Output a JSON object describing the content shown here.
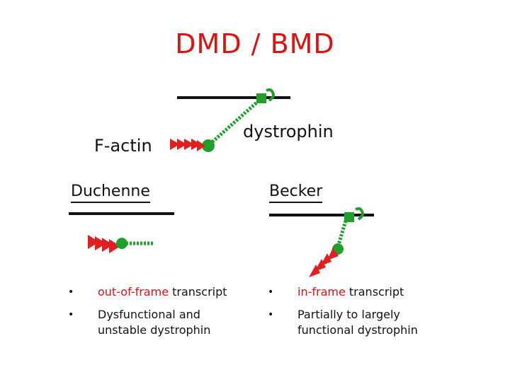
{
  "title": "DMD / BMD",
  "labels": {
    "factin": "F-actin",
    "dystrophin": "dystrophin"
  },
  "left": {
    "heading": "Duchenne",
    "bullet1_red": "out-of-frame",
    "bullet1_rest": " transcript",
    "bullet2_line1": "Dysfunctional and",
    "bullet2_line2": "unstable dystrophin"
  },
  "right": {
    "heading": "Becker",
    "bullet1_red": "in-frame",
    "bullet1_rest": " transcript",
    "bullet2_line1": "Partially to largely",
    "bullet2_line2": "functional dystrophin"
  },
  "bullet_char": "•",
  "colors": {
    "title": "#e01010",
    "actin": "#e02020",
    "dystrophin": "#1fa02a",
    "membrane": "#111111"
  }
}
